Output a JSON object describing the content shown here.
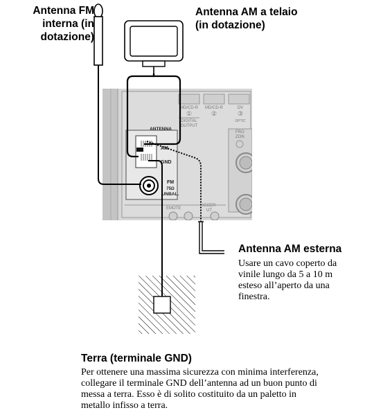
{
  "labels": {
    "fm_internal": [
      "Antenna FM",
      "interna (in",
      "dotazione)"
    ],
    "am_loop": [
      "Antenna AM a telaio",
      "(in dotazione)"
    ],
    "am_external_title": "Antenna AM esterna",
    "am_external_desc": [
      "Usare un cavo coperto da",
      "vinile lungo da 5 a 10 m",
      "esteso all’aperto da una",
      "finestra."
    ],
    "ground_title": "Terra (terminale GND)",
    "ground_desc": [
      "Per ottenere una massima sicurezza con minima interferenza,",
      "collegare il terminale GND dell’antenna ad un buon punto di",
      "messa a terra. Esso è di solito costituito da un paletto in",
      "metallo infisso a terra."
    ]
  },
  "panel": {
    "antenna_label": "ANTENNA",
    "am_label": "AM",
    "gnd_label": "GND",
    "fm_label": "FM",
    "fm_ohm": "75Ω",
    "fm_unbal": "UNBAL.",
    "mdcdr1": "MD/CD-R",
    "mdcdr1_num": "①",
    "mdcdr2": "MD/CD-R",
    "mdcdr2_num": "②",
    "dv": "DV",
    "dv_num": "③",
    "digital": "DIGITAL",
    "output": "OUTPUT",
    "optic": "OPTIC",
    "remote": "EMOTE",
    "trigger": "IGGER",
    "trigger_out": "UT",
    "front": "FRO",
    "zone": "ZON"
  }
}
